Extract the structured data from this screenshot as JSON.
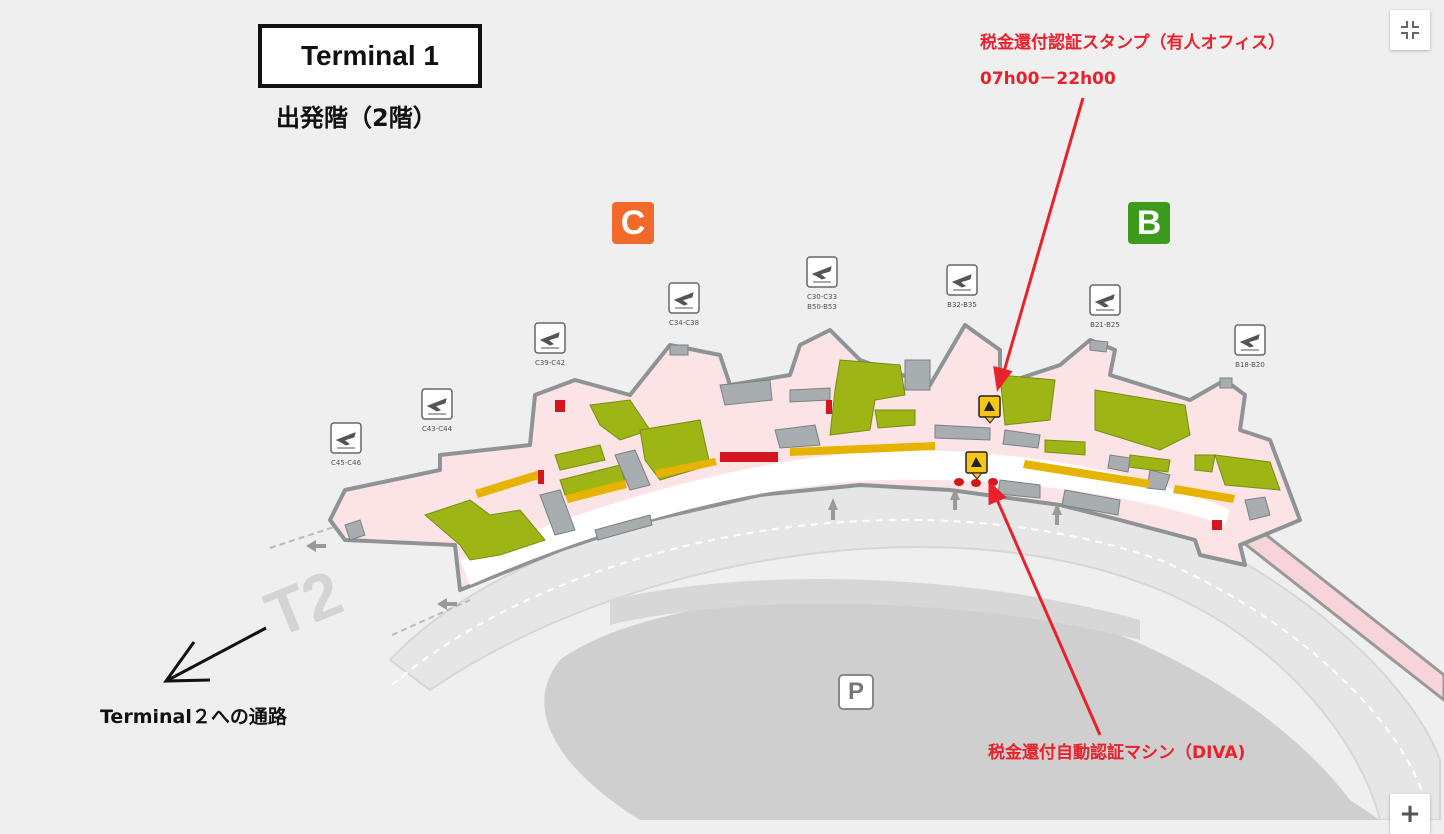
{
  "title": "Terminal 1",
  "floor_label": "出発階（2階）",
  "tax_refund_stamp": {
    "label": "税金還付認証スタンプ（有人オフィス）",
    "hours": "07h00－22h00"
  },
  "diva_machine": {
    "label": "税金還付自動認証マシン（DIVA)"
  },
  "terminal2_path": {
    "label": "Terminal２への通路",
    "floor_text": "T2"
  },
  "zones": [
    {
      "letter": "C",
      "color": "#f26a2a"
    },
    {
      "letter": "B",
      "color": "#3c9a1c"
    }
  ],
  "gate_groups": [
    {
      "label": "C45-C46"
    },
    {
      "label": "C43-C44"
    },
    {
      "label": "C39-C42"
    },
    {
      "label": "C34-C38"
    },
    {
      "label": "C30-C33",
      "sublabel": "B50-B53"
    },
    {
      "label": "B32-B35"
    },
    {
      "label": "B21-B25"
    },
    {
      "label": "B18-B20"
    }
  ],
  "parking_label": "P",
  "controls": {
    "fullscreen_icon": "collapse-fullscreen-icon",
    "zoom_in_label": "+"
  },
  "colors": {
    "annotation_red": "#e8212b",
    "terminal_pink": "#fbe3e6",
    "shop_green": "#9db515",
    "wall_gray": "#a8adb0"
  }
}
